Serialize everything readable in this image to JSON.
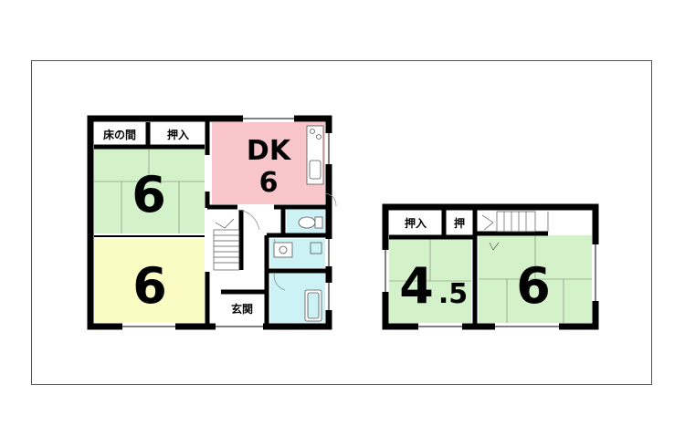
{
  "plan": {
    "floor1": {
      "rooms": {
        "tokonoma": "床の間",
        "oshiire_top": "押入",
        "dk_title": "DK",
        "dk_size": "6",
        "washitsu_top": "6",
        "youshitsu": "6",
        "genkan": "玄関"
      }
    },
    "floor2": {
      "rooms": {
        "oshiire_left": "押入",
        "oshi_right": "押",
        "room_left_big": "4",
        "room_left_small": ".5",
        "room_right": "6"
      }
    }
  },
  "colors": {
    "washitsu": "#d4f2c9",
    "youshitsu": "#fbfbc4",
    "dk": "#f8c5cb",
    "water": "#cdf2f6",
    "wall": "#000000"
  }
}
